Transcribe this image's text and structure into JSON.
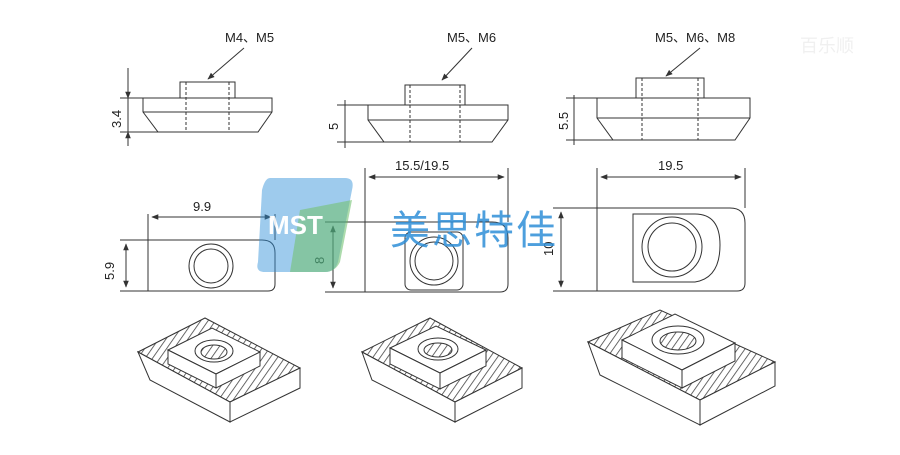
{
  "drawing": {
    "callout_1": "M4、M5",
    "callout_2": "M5、M6",
    "callout_3": "M5、M6、M8",
    "height_1": "3.4",
    "height_2": "5",
    "height_3": "5.5",
    "width_1": "9.9",
    "width_2": "15.5/19.5",
    "width_3": "19.5",
    "side_1": "5.9",
    "side_2": "8",
    "side_3": "10"
  },
  "watermark": {
    "logo_letters": "MST",
    "brand_name": "美思特佳",
    "brand_color": "#2f8fd8",
    "logo_green": "#5cb85c",
    "corner_text": "百乐顺"
  }
}
